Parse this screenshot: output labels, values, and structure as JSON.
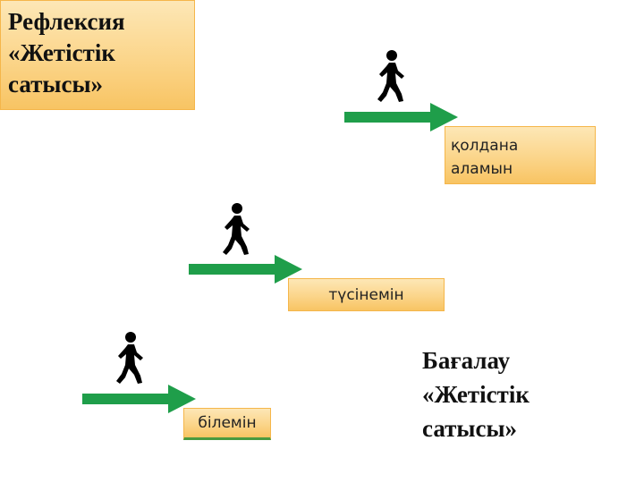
{
  "title": {
    "text": "Рефлексия\n«Жетістік\nсатысы»"
  },
  "steps": [
    {
      "label": "қолдана\nаламын"
    },
    {
      "label": "түсінемін"
    },
    {
      "label": "білемін"
    }
  ],
  "evaluation": {
    "text": "Бағалау\n«Жетістік\nсатысы»"
  },
  "icons": {
    "figure": "walking-person-icon",
    "arrow": "right-arrow-icon"
  },
  "colors": {
    "box_fill": "#fbd58a",
    "box_border": "#f5b64a",
    "arrow": "#1f9e4a",
    "figure": "#000000"
  }
}
